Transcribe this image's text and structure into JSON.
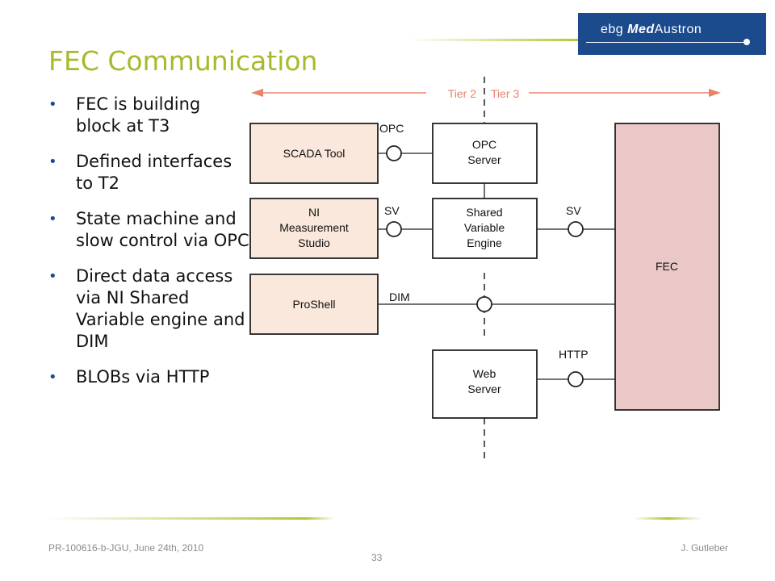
{
  "header": {
    "logo_prefix": "ebg",
    "logo_italic": "Med",
    "logo_suffix": "Austron",
    "title": "FEC Communication"
  },
  "bullets": [
    "FEC is building block at T3",
    "Defined interfaces to T2",
    "State machine and slow control via OPC",
    "Direct data access via NI Shared Variable engine and DIM",
    "BLOBs via HTTP"
  ],
  "diagram": {
    "tier2": "Tier 2",
    "tier3": "Tier 3",
    "scada": "SCADA Tool",
    "ni_line1": "NI",
    "ni_line2": "Measurement",
    "ni_line3": "Studio",
    "proshell": "ProShell",
    "opc_server_line1": "OPC",
    "opc_server_line2": "Server",
    "sve_line1": "Shared",
    "sve_line2": "Variable",
    "sve_line3": "Engine",
    "web_line1": "Web",
    "web_line2": "Server",
    "fec": "FEC",
    "label_opc": "OPC",
    "label_sv_left": "SV",
    "label_sv_right": "SV",
    "label_dim": "DIM",
    "label_http": "HTTP",
    "colors": {
      "tier_arrow": "#e8826a",
      "tier2_box_fill": "#fbe8dc",
      "fec_fill": "#ebc8c8",
      "accent_green": "#a9b92a",
      "brand_blue": "#1b4b8c"
    }
  },
  "footer": {
    "left": "PR-100616-b-JGU, June 24th, 2010",
    "right": "J. Gutleber",
    "page": "33"
  }
}
